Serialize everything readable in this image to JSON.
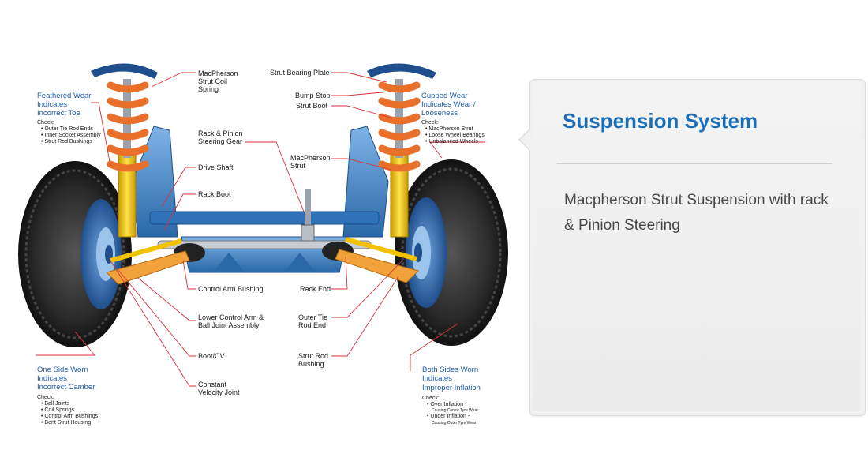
{
  "panel": {
    "title": "Suspension System",
    "description": "Macpherson Strut Suspension with rack & Pinion Steering"
  },
  "diagram": {
    "labels": {
      "macpherson_strut_coil_spring": [
        "MacPherson",
        "Strut Coil",
        "Spring"
      ],
      "rack_pinion_steering_gear": [
        "Rack & Pinion",
        "Steering Gear"
      ],
      "drive_shaft": [
        "Drive Shaft"
      ],
      "rack_boot": [
        "Rack Boot"
      ],
      "control_arm_bushing": [
        "Control Arm Bushing"
      ],
      "lower_control_arm": [
        "Lower Control Arm &",
        "Ball Joint Assembly"
      ],
      "boot_cv": [
        "Boot/CV"
      ],
      "constant_velocity_joint": [
        "Constant",
        "Velocity Joint"
      ],
      "strut_bearing_plate": [
        "Strut Bearing Plate"
      ],
      "bump_stop": [
        "Bump Stop"
      ],
      "strut_boot": [
        "Strut Boot"
      ],
      "macpherson_strut": [
        "MacPherson",
        "Strut"
      ],
      "rack_end": [
        "Rack End"
      ],
      "outer_tie_rod_end": [
        "Outer Tie",
        "Rod End"
      ],
      "strut_rod_bushing": [
        "Strut Rod",
        "Bushing"
      ]
    },
    "wear_notes": {
      "feathered": {
        "title": [
          "Feathered Wear",
          "Indicates",
          "Incorrect Toe"
        ],
        "check_label": "Check:",
        "items": [
          "• Outer Tie Rod Ends",
          "• Inner Socket Assembly",
          "• Strut Rod Bushings"
        ]
      },
      "cupped": {
        "title": [
          "Cupped Wear",
          "Indicates Wear /",
          "Looseness"
        ],
        "check_label": "Check:",
        "items": [
          "• MacPherson Strut",
          "• Loose Wheel Bearings",
          "• Unbalanced Wheels"
        ]
      },
      "one_side": {
        "title": [
          "One Side Worn",
          "Indicates",
          "Incorrect Camber"
        ],
        "check_label": "Check:",
        "items": [
          "• Ball Joints",
          "• Coil Springs",
          "• Control Arm Bushings",
          "• Bent Strut Housing"
        ]
      },
      "both_sides": {
        "title": [
          "Both Sides Worn",
          "Indicates",
          "Improper Inflation"
        ],
        "check_label": "Check:",
        "items": [
          "• Over Inflation -",
          "Causing Centre Tyre Wear",
          "• Under Inflation -",
          "Causing Outer Tyre Wear"
        ]
      }
    },
    "colors": {
      "tyre": "#1e1e1e",
      "rim": "#1f4e8c",
      "spring": "#e8702a",
      "strut": "#f2c200",
      "subframe": "#3c7fc4",
      "leader": "#d9323a",
      "note_text": "#1d5aa8"
    }
  }
}
